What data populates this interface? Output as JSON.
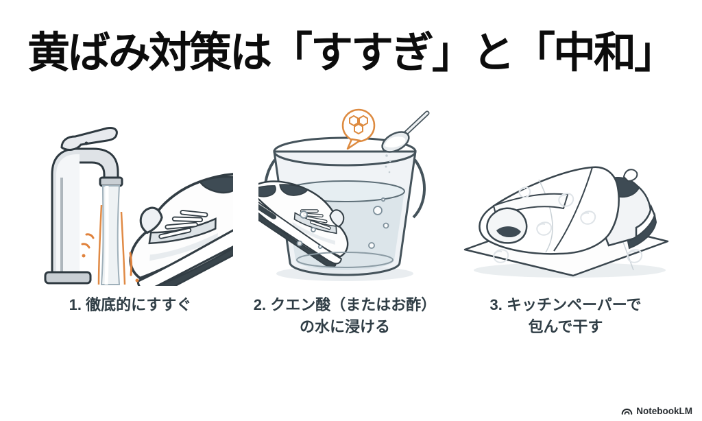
{
  "title": {
    "text": "黄ばみ対策は「すすぎ」と「中和」"
  },
  "steps": [
    {
      "caption_line1": "1. 徹底的にすすぐ",
      "caption_line2": "",
      "illustration": "faucet-rinsing-sneaker"
    },
    {
      "caption_line1": "2. クエン酸（またはお酢）",
      "caption_line2": "の水に浸ける",
      "illustration": "sneaker-soaking-in-citric-acid-bucket"
    },
    {
      "caption_line1": "3. キッチンペーパーで",
      "caption_line2": "包んで干す",
      "illustration": "shoe-wrapped-in-kitchen-paper"
    }
  ],
  "footer": {
    "brand": "NotebookLM"
  },
  "colors": {
    "background": "#ffffff",
    "title_ink": "#0c0c0c",
    "caption_ink": "#2f3d45",
    "outline_ink": "#323d44",
    "shoe_dark": "#3e4b54",
    "accent_orange": "#dd8a3f",
    "water_fill": "#d7e1e7",
    "paper_swirl": "#dfe4e8"
  }
}
